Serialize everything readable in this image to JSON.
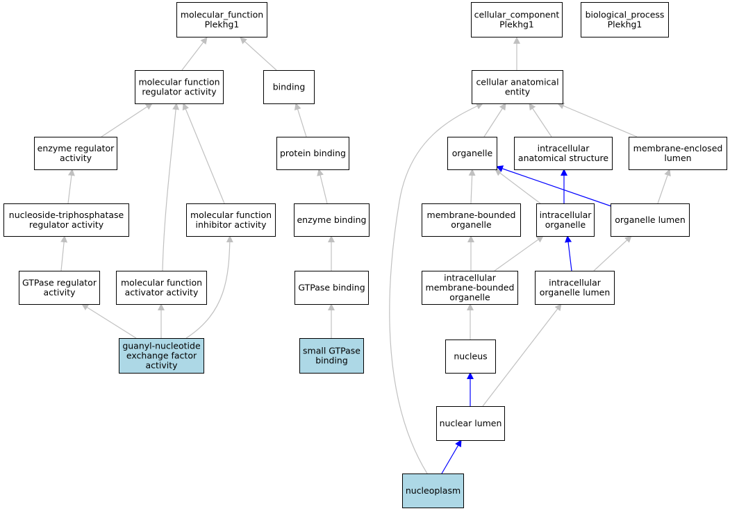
{
  "colors": {
    "node_fill": "#ffffff",
    "highlight_fill": "#add8e6",
    "edge_gray": "#c0c0c0",
    "edge_blue": "#0000ff"
  },
  "nodes": [
    {
      "id": "mf",
      "lines": [
        "molecular_function",
        "Plekhg1"
      ],
      "highlight": false
    },
    {
      "id": "cc",
      "lines": [
        "cellular_component",
        "Plekhg1"
      ],
      "highlight": false
    },
    {
      "id": "bp",
      "lines": [
        "biological_process",
        "Plekhg1"
      ],
      "highlight": false
    },
    {
      "id": "mfra",
      "lines": [
        "molecular function",
        "regulator activity"
      ],
      "highlight": false
    },
    {
      "id": "binding",
      "lines": [
        "binding"
      ],
      "highlight": false
    },
    {
      "id": "cae",
      "lines": [
        "cellular anatomical",
        "entity"
      ],
      "highlight": false
    },
    {
      "id": "era",
      "lines": [
        "enzyme regulator",
        "activity"
      ],
      "highlight": false
    },
    {
      "id": "pb",
      "lines": [
        "protein binding"
      ],
      "highlight": false
    },
    {
      "id": "organelle",
      "lines": [
        "organelle"
      ],
      "highlight": false
    },
    {
      "id": "ias",
      "lines": [
        "intracellular",
        "anatomical structure"
      ],
      "highlight": false
    },
    {
      "id": "mel",
      "lines": [
        "membrane-enclosed",
        "lumen"
      ],
      "highlight": false
    },
    {
      "id": "ntra",
      "lines": [
        "nucleoside-triphosphatase",
        "regulator activity"
      ],
      "highlight": false
    },
    {
      "id": "mfia",
      "lines": [
        "molecular function",
        "inhibitor activity"
      ],
      "highlight": false
    },
    {
      "id": "eb",
      "lines": [
        "enzyme binding"
      ],
      "highlight": false
    },
    {
      "id": "mbo",
      "lines": [
        "membrane-bounded",
        "organelle"
      ],
      "highlight": false
    },
    {
      "id": "io",
      "lines": [
        "intracellular",
        "organelle"
      ],
      "highlight": false
    },
    {
      "id": "ol",
      "lines": [
        "organelle lumen"
      ],
      "highlight": false
    },
    {
      "id": "gra",
      "lines": [
        "GTPase regulator",
        "activity"
      ],
      "highlight": false
    },
    {
      "id": "mfaa",
      "lines": [
        "molecular function",
        "activator activity"
      ],
      "highlight": false
    },
    {
      "id": "gb",
      "lines": [
        "GTPase binding"
      ],
      "highlight": false
    },
    {
      "id": "imbo",
      "lines": [
        "intracellular",
        "membrane-bounded",
        "organelle"
      ],
      "highlight": false
    },
    {
      "id": "iol",
      "lines": [
        "intracellular",
        "organelle lumen"
      ],
      "highlight": false
    },
    {
      "id": "gnef",
      "lines": [
        "guanyl-nucleotide",
        "exchange factor",
        "activity"
      ],
      "highlight": true
    },
    {
      "id": "sgb",
      "lines": [
        "small GTPase",
        "binding"
      ],
      "highlight": true
    },
    {
      "id": "nucleus",
      "lines": [
        "nucleus"
      ],
      "highlight": false
    },
    {
      "id": "nl",
      "lines": [
        "nuclear lumen"
      ],
      "highlight": false
    },
    {
      "id": "np",
      "lines": [
        "nucleoplasm"
      ],
      "highlight": true
    }
  ],
  "edges": [
    {
      "from": "mfra",
      "to": "mf",
      "color": "gray"
    },
    {
      "from": "binding",
      "to": "mf",
      "color": "gray"
    },
    {
      "from": "era",
      "to": "mfra",
      "color": "gray"
    },
    {
      "from": "mfia",
      "to": "mfra",
      "color": "gray"
    },
    {
      "from": "mfaa",
      "to": "mfra",
      "color": "gray"
    },
    {
      "from": "ntra",
      "to": "era",
      "color": "gray"
    },
    {
      "from": "gra",
      "to": "ntra",
      "color": "gray"
    },
    {
      "from": "gnef",
      "to": "gra",
      "color": "gray"
    },
    {
      "from": "gnef",
      "to": "mfaa",
      "color": "gray"
    },
    {
      "from": "gnef",
      "to": "mfia",
      "color": "gray"
    },
    {
      "from": "pb",
      "to": "binding",
      "color": "gray"
    },
    {
      "from": "eb",
      "to": "pb",
      "color": "gray"
    },
    {
      "from": "gb",
      "to": "eb",
      "color": "gray"
    },
    {
      "from": "sgb",
      "to": "gb",
      "color": "gray"
    },
    {
      "from": "cae",
      "to": "cc",
      "color": "gray"
    },
    {
      "from": "organelle",
      "to": "cae",
      "color": "gray"
    },
    {
      "from": "ias",
      "to": "cae",
      "color": "gray"
    },
    {
      "from": "mel",
      "to": "cae",
      "color": "gray"
    },
    {
      "from": "np",
      "to": "cae",
      "color": "gray"
    },
    {
      "from": "mbo",
      "to": "organelle",
      "color": "gray"
    },
    {
      "from": "io",
      "to": "organelle",
      "color": "gray"
    },
    {
      "from": "ol",
      "to": "organelle",
      "color": "blue"
    },
    {
      "from": "io",
      "to": "ias",
      "color": "blue"
    },
    {
      "from": "ol",
      "to": "mel",
      "color": "gray"
    },
    {
      "from": "imbo",
      "to": "mbo",
      "color": "gray"
    },
    {
      "from": "imbo",
      "to": "io",
      "color": "gray"
    },
    {
      "from": "iol",
      "to": "io",
      "color": "blue"
    },
    {
      "from": "iol",
      "to": "ol",
      "color": "gray"
    },
    {
      "from": "nucleus",
      "to": "imbo",
      "color": "gray"
    },
    {
      "from": "nl",
      "to": "nucleus",
      "color": "blue"
    },
    {
      "from": "nl",
      "to": "iol",
      "color": "gray"
    },
    {
      "from": "np",
      "to": "nl",
      "color": "blue"
    }
  ]
}
